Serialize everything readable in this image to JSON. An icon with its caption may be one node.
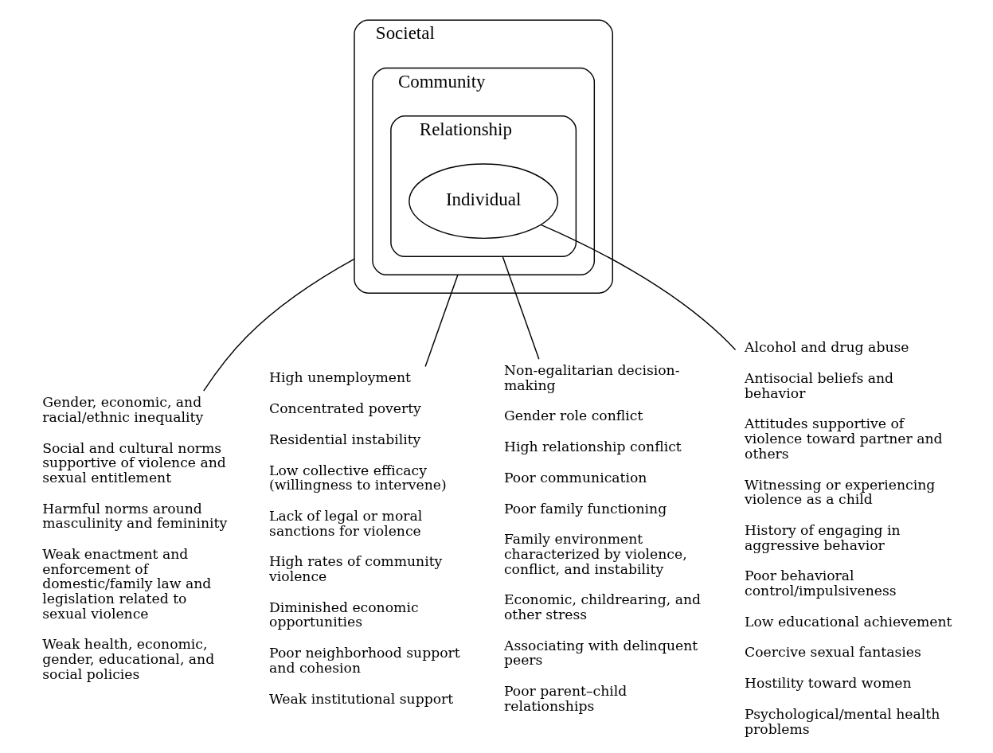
{
  "diagram": {
    "nodes": [
      {
        "text": [
          "Societal"
        ]
      },
      {
        "text": [
          "Community"
        ],
        "in": 0
      },
      {
        "text": [
          "Relationship"
        ],
        "in": 1
      },
      {
        "text": [
          "Individual"
        ],
        "in": 2
      },
      {
        "text": [
          "Gender, economic, and racial/ethnic inequality",
          "Social and cultural norms supportive of violence and sexual entitlement",
          "Harmful norms around masculinity and femininity",
          "Weak enactment and enforcement of domestic/family law and legislation related to sexual violence",
          "Weak health, economic, gender, educational, and social policies"
        ]
      },
      {
        "text": [
          "High unemployment",
          "Concentrated poverty",
          "Residential instability",
          "Low collective efficacy (willingness to intervene)",
          "Lack of legal or moral sanctions for violence",
          "High rates of community violence",
          "Diminished economic opportunities",
          "Poor neighborhood support and cohesion",
          "Weak institutional support"
        ]
      },
      {
        "text": [
          "Non-egalitarian decision-making",
          "Gender role conflict",
          "High relationship conflict",
          "Poor communication",
          "Poor family functioning",
          "Family environment characterized by violence, conflict, and instability",
          "Economic, childrearing, and other stress",
          "Associating with delinquent peers",
          "Poor parent–child relationships"
        ]
      },
      {
        "text": [
          "Alcohol and drug abuse",
          "Antisocial beliefs and behavior",
          "Attitudes supportive of violence toward partner and others",
          "Witnessing or experiencing violence as a child",
          "History of engaging in aggressive behavior",
          "Poor behavioral control/impulsiveness",
          "Low educational achievement",
          "Coercive sexual fantasies",
          "Hostility toward women",
          "Psychological/mental health problems"
        ]
      }
    ],
    "edges": [
      {
        "from": 0,
        "to": 4,
        "arrow": "none"
      },
      {
        "from": 1,
        "to": 5,
        "arrow": "none"
      },
      {
        "from": 2,
        "to": 6,
        "arrow": "none"
      },
      {
        "from": 3,
        "to": 7,
        "arrow": "none"
      }
    ]
  }
}
